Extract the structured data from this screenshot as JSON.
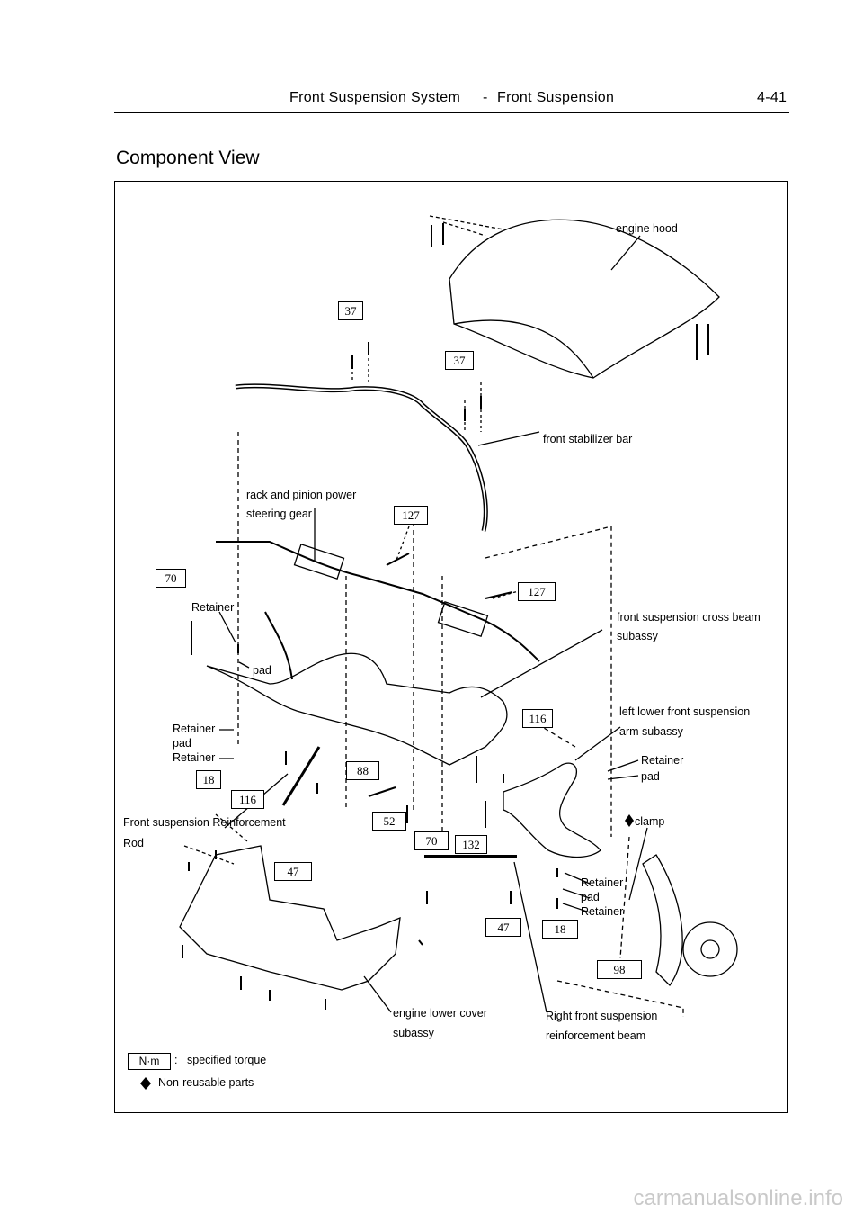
{
  "header": {
    "section": "Front Suspension System",
    "separator": "-",
    "subsection": "Front Suspension",
    "page_number": "4-41"
  },
  "title": "Component View",
  "labels": {
    "engine_hood": "engine hood",
    "front_stabilizer_bar": "front stabilizer bar",
    "steering_gear_1": "rack and pinion power",
    "steering_gear_2": "steering gear",
    "cross_beam_1": "front suspension cross beam",
    "cross_beam_2": "subassy",
    "lower_arm_1": "left lower front suspension",
    "lower_arm_2": "arm subassy",
    "retainer": "Retainer",
    "pad": "pad",
    "clamp": "clamp",
    "reinforcement_rod_1": "Front suspension Reinforcement",
    "reinforcement_rod_2": "Rod",
    "lower_cover_1": "engine lower cover",
    "lower_cover_2": "subassy",
    "reinforcement_beam_1": "Right front suspension",
    "reinforcement_beam_2": "reinforcement beam"
  },
  "torques": {
    "t37a": "37",
    "t37b": "37",
    "t127a": "127",
    "t127b": "127",
    "t70a": "70",
    "t70b": "70",
    "t116a": "116",
    "t116b": "116",
    "t18a": "18",
    "t18b": "18",
    "t88": "88",
    "t52": "52",
    "t132": "132",
    "t47a": "47",
    "t47b": "47",
    "t98": "98"
  },
  "legend": {
    "unit": "N·m",
    "colon": ":",
    "torque_text": "specified torque",
    "nonreusable_text": "Non-reusable parts"
  },
  "watermark": "carmanualsonline.info"
}
